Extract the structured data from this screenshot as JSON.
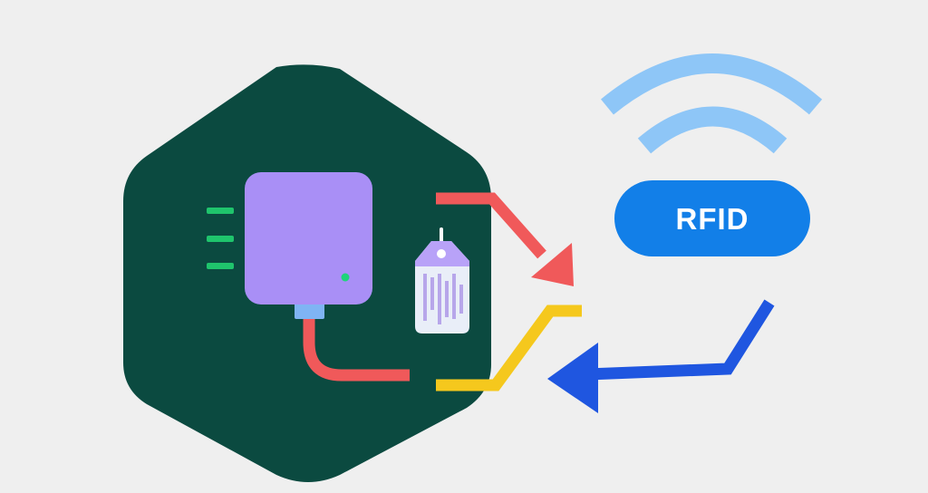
{
  "diagram": {
    "badge_label": "RFID",
    "icons": {
      "enclosure": "hexagon-shape",
      "reader": "rfid-reader-device-icon",
      "indicator": "status-led-icon",
      "connector": "cable-connector-icon",
      "tag": "rfid-tag-icon",
      "signal": "wireless-signal-icon",
      "outgoing": "outgoing-signal-arrow",
      "incoming": "incoming-response-arrow"
    },
    "colors": {
      "background": "#efefef",
      "hexagon": "#0b4a40",
      "reader": "#a98ff6",
      "led": "#1fd47a",
      "status_lines": "#1fc46c",
      "connector": "#7fb4f4",
      "cable": "#f0595a",
      "tag_body": "#e9eef8",
      "tag_top": "#b8a2f8",
      "tag_stripes": "#b7a6ea",
      "outgoing_arrow": "#f0595a",
      "return_path": "#f5c81d",
      "incoming_arrow": "#1f56e0",
      "signal_waves": "#8ec6f7",
      "badge": "#127fe8",
      "badge_text": "#ffffff"
    }
  }
}
